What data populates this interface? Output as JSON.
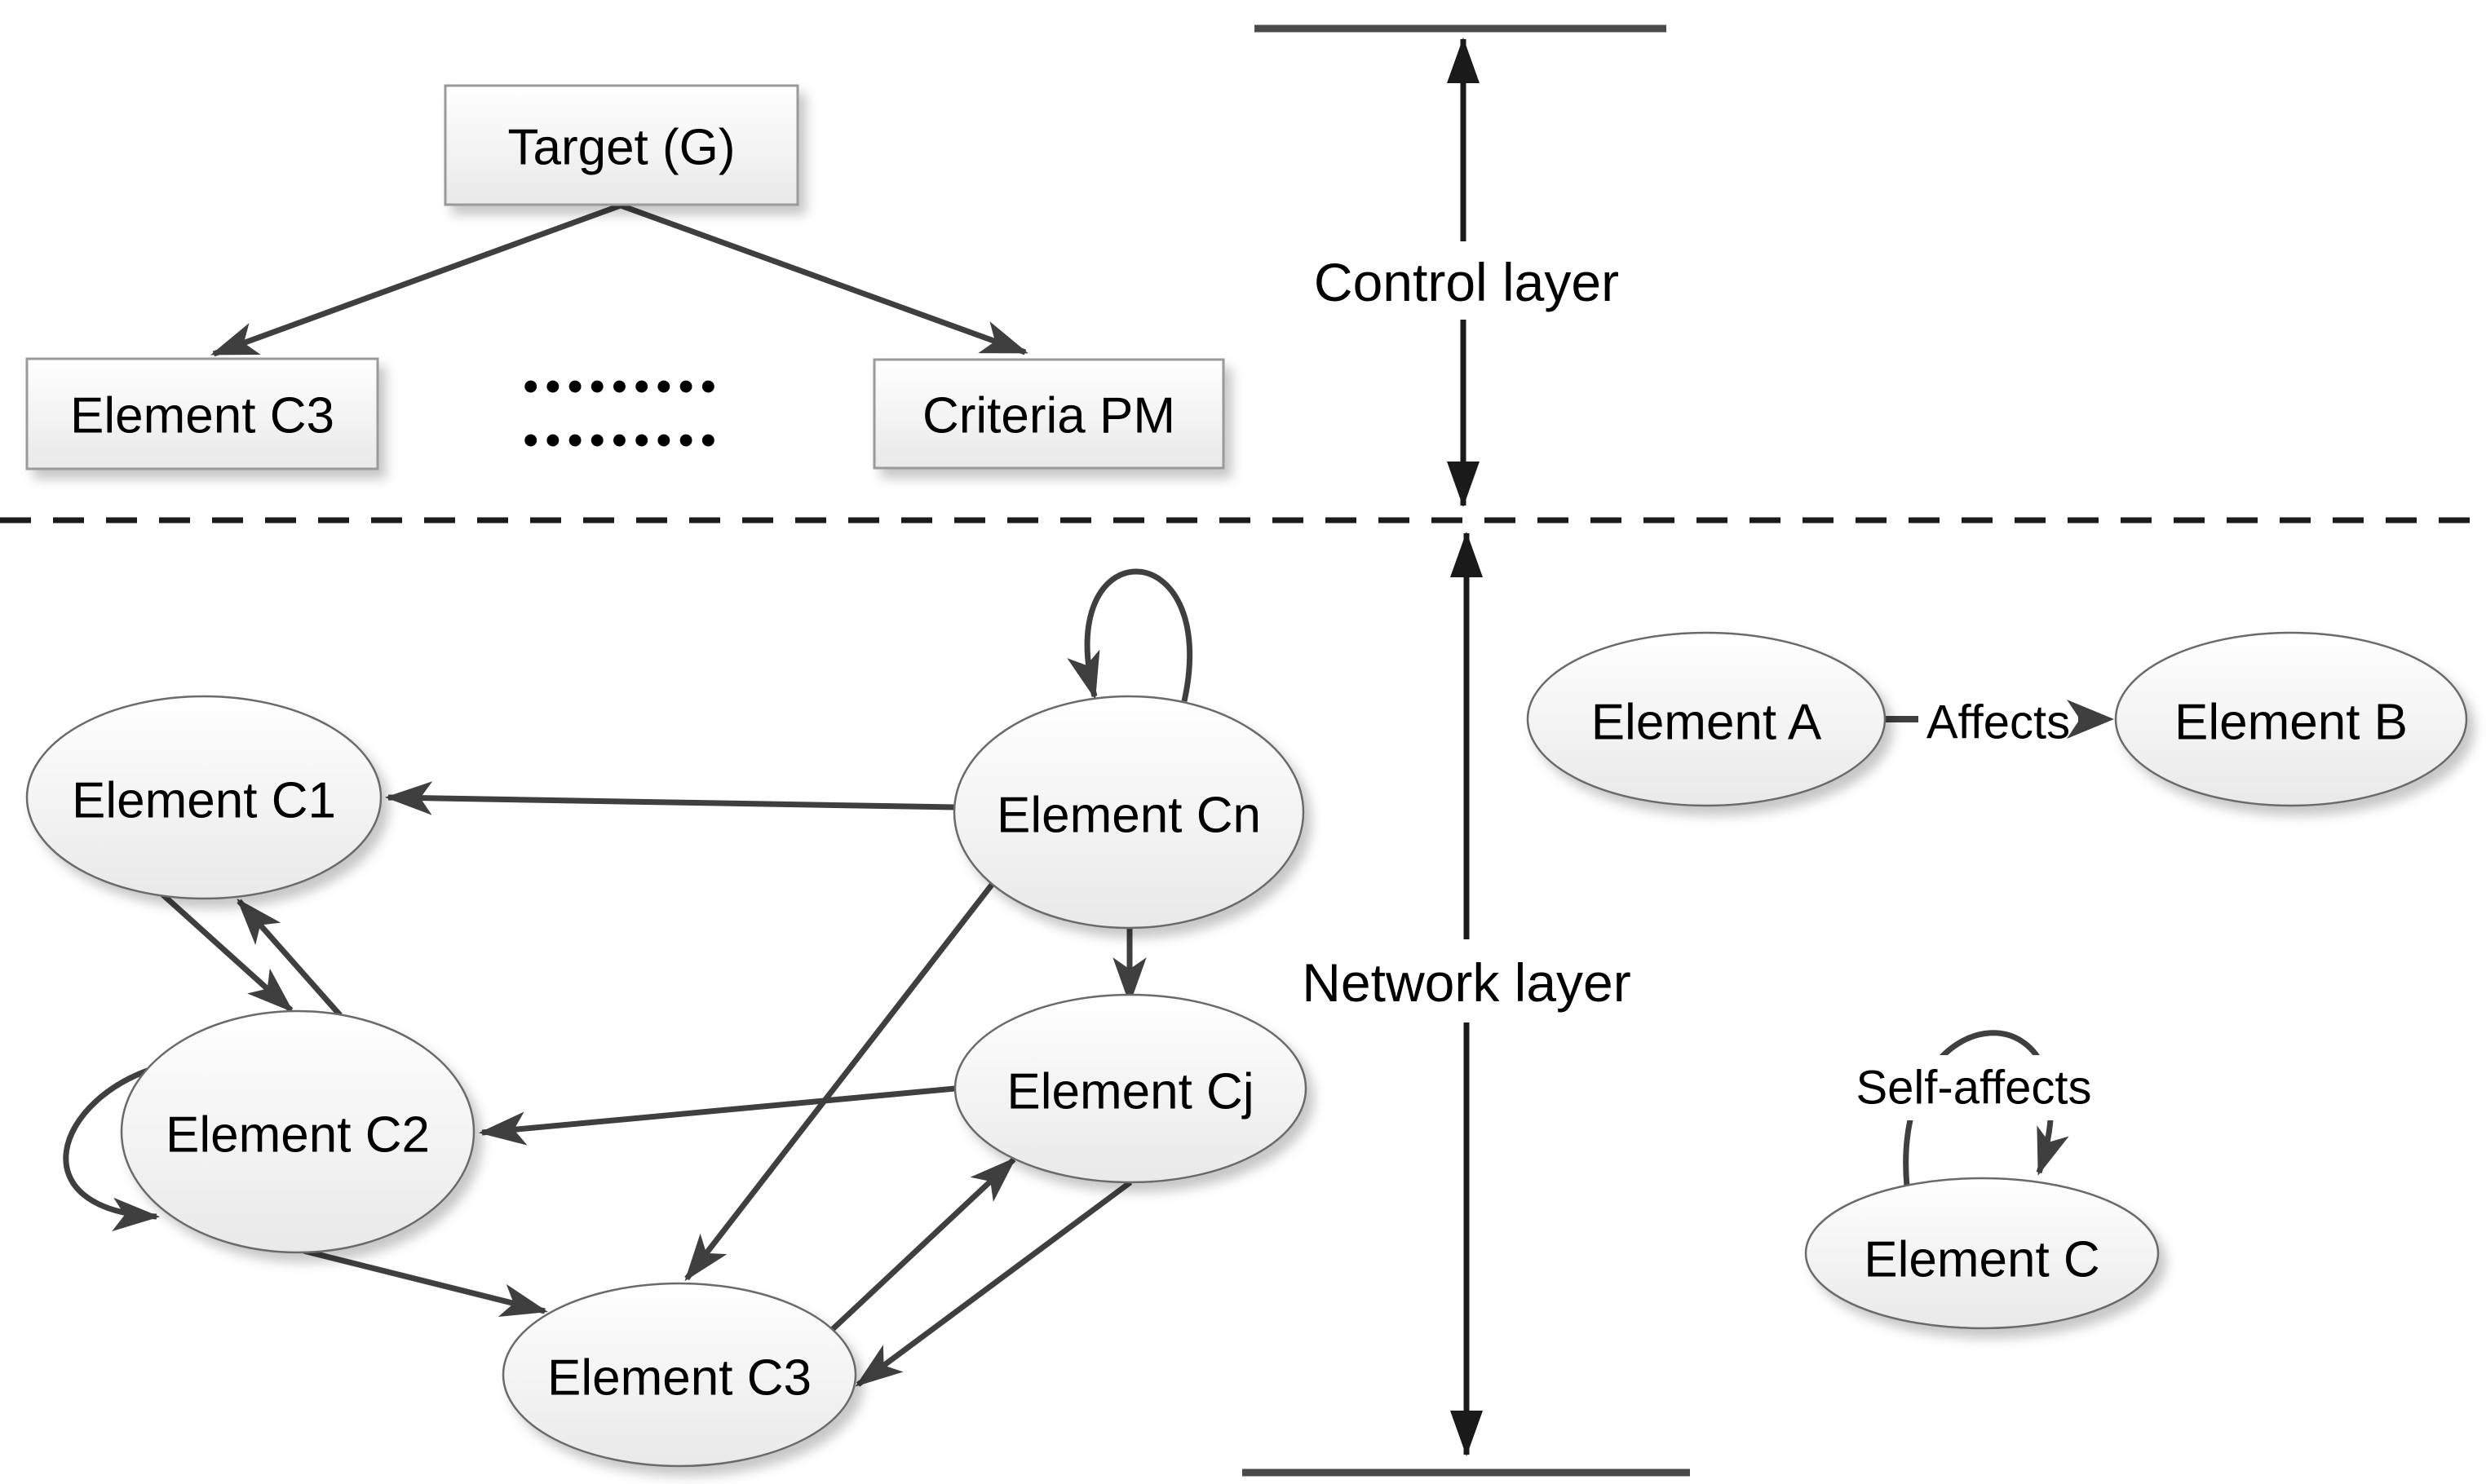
{
  "diagram": {
    "control_layer": {
      "label": "Control layer",
      "target": "Target (G)",
      "element_c3": "Element C3",
      "criteria_pm": "Criteria PM",
      "dots_row1": "•••••••••",
      "dots_row2": "•••••••••"
    },
    "network_layer": {
      "label": "Network layer",
      "element_c1": "Element C1",
      "element_c2": "Element C2",
      "element_c3": "Element C3",
      "element_cj": "Element Cj",
      "element_cn": "Element Cn"
    },
    "legend": {
      "element_a": "Element A",
      "element_b": "Element B",
      "element_c": "Element C",
      "affects": "Affects",
      "self_affects": "Self-affects"
    },
    "edges": [
      {
        "from": "Target (G)",
        "to": "Element C3",
        "type": "arrow"
      },
      {
        "from": "Target (G)",
        "to": "Criteria PM",
        "type": "arrow"
      },
      {
        "from": "Element Cn",
        "to": "Element C1",
        "type": "arrow"
      },
      {
        "from": "Element Cn",
        "to": "Element Cj",
        "type": "arrow"
      },
      {
        "from": "Element Cn",
        "to": "Element C3",
        "type": "arrow"
      },
      {
        "from": "Element Cn",
        "to": "Element Cn",
        "type": "self-loop"
      },
      {
        "from": "Element Cj",
        "to": "Element C2",
        "type": "arrow"
      },
      {
        "from": "Element Cj",
        "to": "Element C3",
        "type": "arrow"
      },
      {
        "from": "Element C3",
        "to": "Element Cj",
        "type": "arrow"
      },
      {
        "from": "Element C1",
        "to": "Element C2",
        "type": "arrow"
      },
      {
        "from": "Element C2",
        "to": "Element C1",
        "type": "arrow"
      },
      {
        "from": "Element C2",
        "to": "Element C2",
        "type": "self-loop"
      },
      {
        "from": "Element C2",
        "to": "Element C3",
        "type": "arrow"
      },
      {
        "from": "Element A",
        "to": "Element B",
        "type": "arrow",
        "label": "Affects"
      },
      {
        "from": "Element C",
        "to": "Element C",
        "type": "self-loop",
        "label": "Self-affects"
      }
    ],
    "colors": {
      "line": "#3f3f3f",
      "node_border": "#6b6b6b",
      "box_border": "#9a9a9a",
      "node_fill_top": "#ffffff",
      "node_fill_bottom": "#e9e9e9",
      "text": "#000000",
      "background": "#ffffff"
    }
  }
}
